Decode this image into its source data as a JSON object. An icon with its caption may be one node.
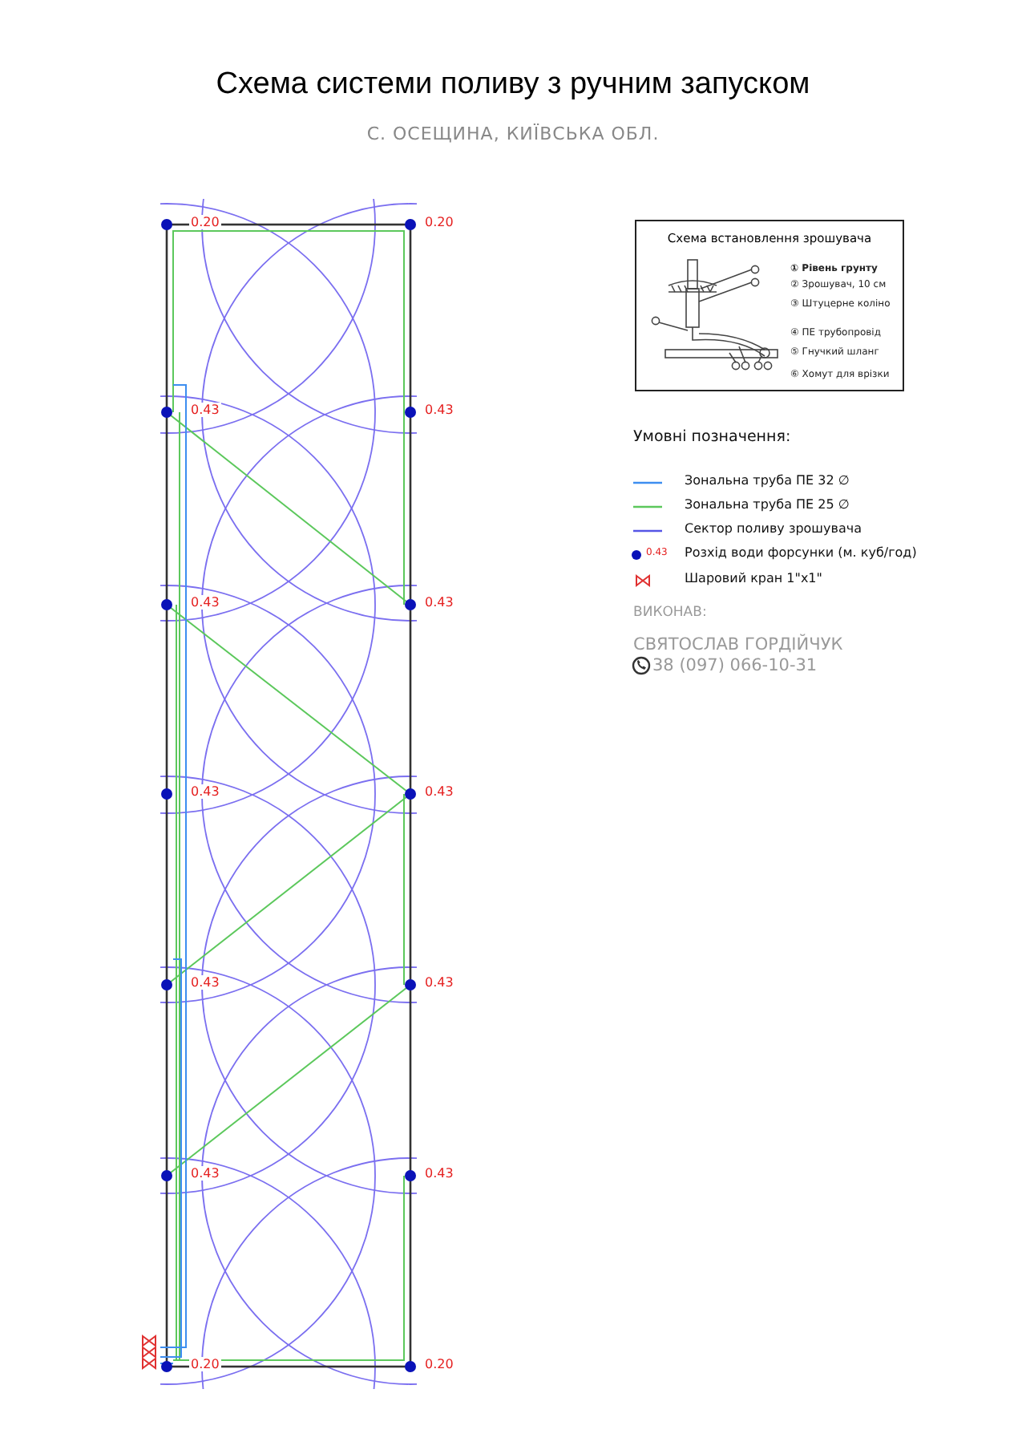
{
  "diagram": {
    "title": "Схема системи поливу з ручним запуском",
    "nodes": [
      {
        "text": [
          "Схема встановлення зрошувача",
          "① Рівень грунту",
          "② Зрошувач, 10 см",
          "③ Штуцерне коліно",
          "④ ПЕ трубопровід",
          "⑤ Гнучкий шланг",
          "⑥ Хомут для врізки"
        ]
      }
    ],
    "labels": [
      "С. ОСЕЩИНА, КИЇВСЬКА ОБЛ.",
      "0.20",
      "0.20",
      "0.43",
      "0.43",
      "0.43",
      "0.43",
      "0.43",
      "0.43",
      "0.43",
      "0.43",
      "0.43",
      "0.43",
      "0.20",
      "0.20",
      "Умовні позначення:",
      "0.43",
      "ВИКОНАВ:",
      "СВЯТОСЛАВ ГОРДІЙЧУК",
      "38 (097) 066-10-31"
    ],
    "legend": [
      {
        "text": "Зональна труба ПЕ 32 ∅"
      },
      {
        "text": "Зональна труба ПЕ 25 ∅"
      },
      {
        "text": "Сектор поливу зрошувача"
      },
      {
        "text": "Розхід води форсунки (м. куб/год)"
      },
      {
        "text": "Шаровий кран 1\"x1\""
      }
    ]
  }
}
